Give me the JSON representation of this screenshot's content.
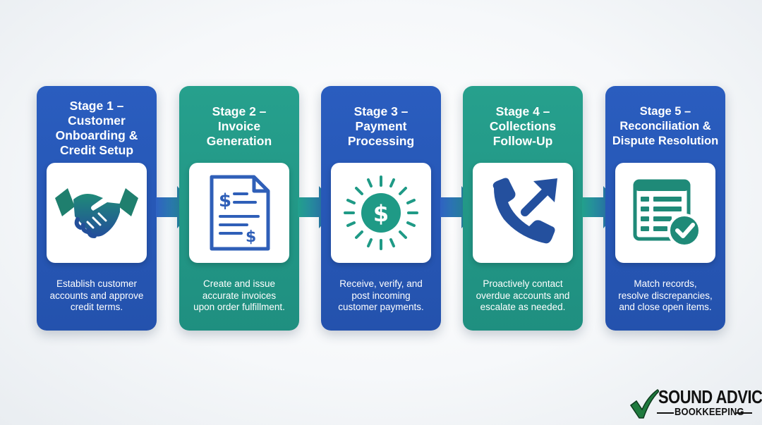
{
  "stages": [
    {
      "title": "Stage 1 –\nCustomer\nOnboarding &\nCredit Setup",
      "description": "Establish customer\naccounts and approve\ncredit terms.",
      "icon": "handshake-icon",
      "color": "#2a5dbf"
    },
    {
      "title": "Stage 2 –\nInvoice\nGeneration",
      "description": "Create and issue\naccurate invoices\nupon order fulfillment.",
      "icon": "invoice-document-icon",
      "color": "#26a08d"
    },
    {
      "title": "Stage 3 –\nPayment\nProcessing",
      "description": "Receive, verify, and\npost incoming\ncustomer payments.",
      "icon": "dollar-coin-icon",
      "color": "#2a5dbf"
    },
    {
      "title": "Stage 4 –\nCollections\nFollow-Up",
      "description": "Proactively contact\noverdue accounts and\nescalate as needed.",
      "icon": "phone-outgoing-icon",
      "color": "#26a08d"
    },
    {
      "title": "Stage 5 –\nReconciliation &\nDispute Resolution",
      "description": "Match records,\nresolve discrepancies,\nand close open items.",
      "icon": "spreadsheet-check-icon",
      "color": "#2a5dbf"
    }
  ],
  "logo": {
    "line1": "SOUND ADVICE",
    "line2": "BOOKKEEPING",
    "icon": "checkmark-icon",
    "check_color": "#1f7a3e"
  }
}
